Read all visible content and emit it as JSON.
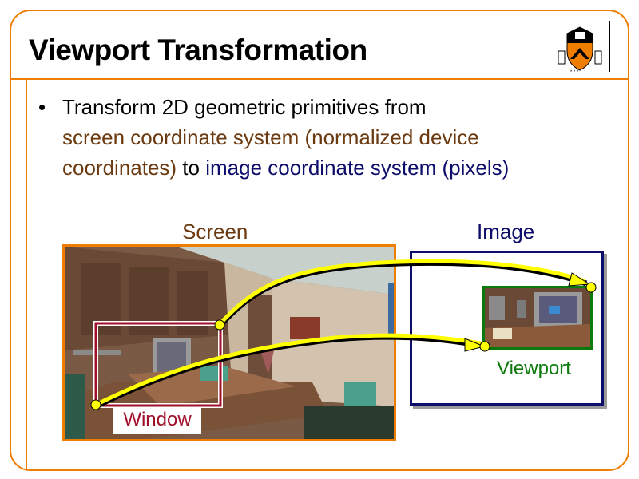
{
  "slide": {
    "title": "Viewport Transformation",
    "logo": "princeton-shield-icon",
    "bullet": {
      "symbol": "•",
      "line1": "Transform 2D geometric primitives from",
      "line2_brown": "screen coordinate system (normalized device",
      "line3_brown": "coordinates)",
      "line3_black": " to ",
      "line3_navy": "image coordinate system (pixels)"
    },
    "diagram": {
      "screen_label": "Screen",
      "image_label": "Image",
      "window_label": "Window",
      "viewport_label": "Viewport"
    },
    "colors": {
      "frame": "#ef7d00",
      "brown_text": "#6b3a10",
      "navy_text": "#0d0d6b",
      "window_border": "#a0102a",
      "viewport_border": "#0a7a0a",
      "arrow": "#ffff00"
    }
  }
}
